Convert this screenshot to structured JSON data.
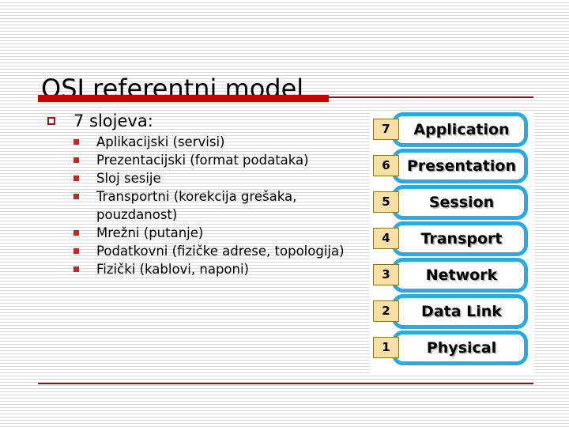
{
  "slide": {
    "title": "OSI referentni model",
    "accent_color": "#CC0000",
    "rule_color": "#8B1A1A",
    "bullet_lvl1_color": "#8B1A1A",
    "bullet_lvl2_color": "#CC2222",
    "background_color": "#FFFFFF",
    "stripe_color": "#D9D9D9"
  },
  "body": {
    "heading": "7 slojeva:",
    "items": [
      "Aplikacijski (servisi)",
      "Prezentacijski (format podataka)",
      "Sloj sesije",
      "Transportni (korekcija grešaka, pouzdanost)",
      "Mrežni (putanje)",
      "Podatkovni (fizičke adrese, topologija)",
      "Fizički (kablovi, naponi)"
    ]
  },
  "osi_stack": {
    "box_border_color": "#29ABE2",
    "num_box_fill": "#F7DFA5",
    "num_box_border": "#8A7321",
    "layers": [
      {
        "number": "7",
        "name": "Application"
      },
      {
        "number": "6",
        "name": "Presentation"
      },
      {
        "number": "5",
        "name": "Session"
      },
      {
        "number": "4",
        "name": "Transport"
      },
      {
        "number": "3",
        "name": "Network"
      },
      {
        "number": "2",
        "name": "Data Link"
      },
      {
        "number": "1",
        "name": "Physical"
      }
    ]
  }
}
